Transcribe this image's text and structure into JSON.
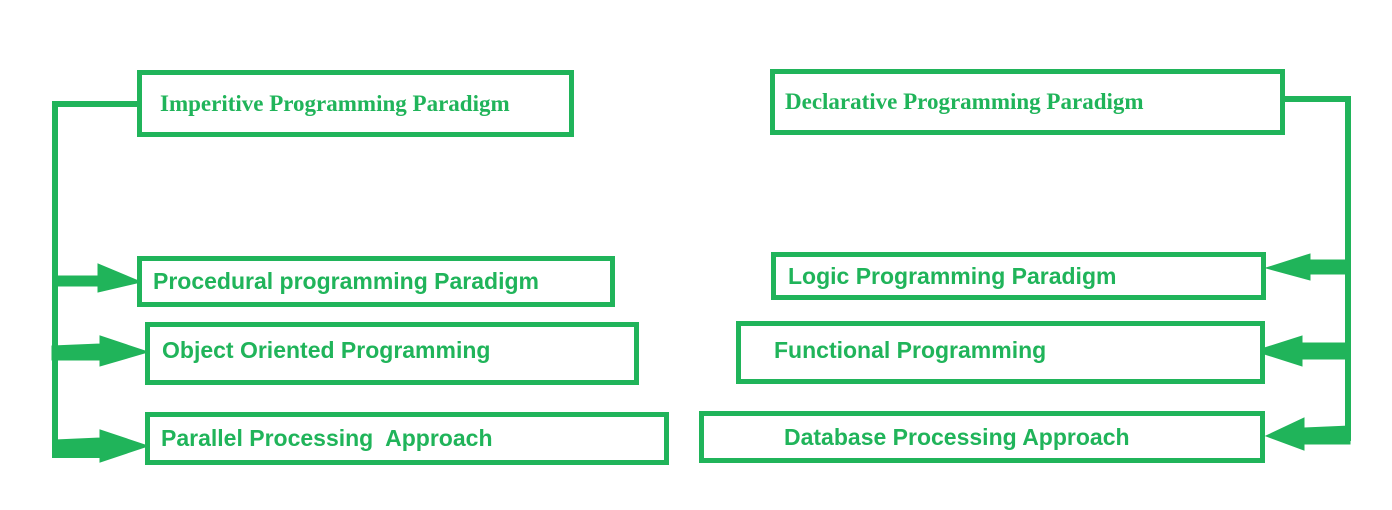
{
  "diagram": {
    "colors": {
      "stroke": "#20b45a",
      "text": "#20b45a",
      "background": "#ffffff"
    },
    "left_group": {
      "parent": "Imperitive Programming Paradigm",
      "children": [
        "Procedural programming Paradigm",
        "Object Oriented Programming",
        "Parallel Processing  Approach"
      ]
    },
    "right_group": {
      "parent": "Declarative Programming Paradigm",
      "children": [
        "Logic Programming Paradigm",
        "Functional Programming",
        "Database Processing Approach"
      ]
    }
  }
}
